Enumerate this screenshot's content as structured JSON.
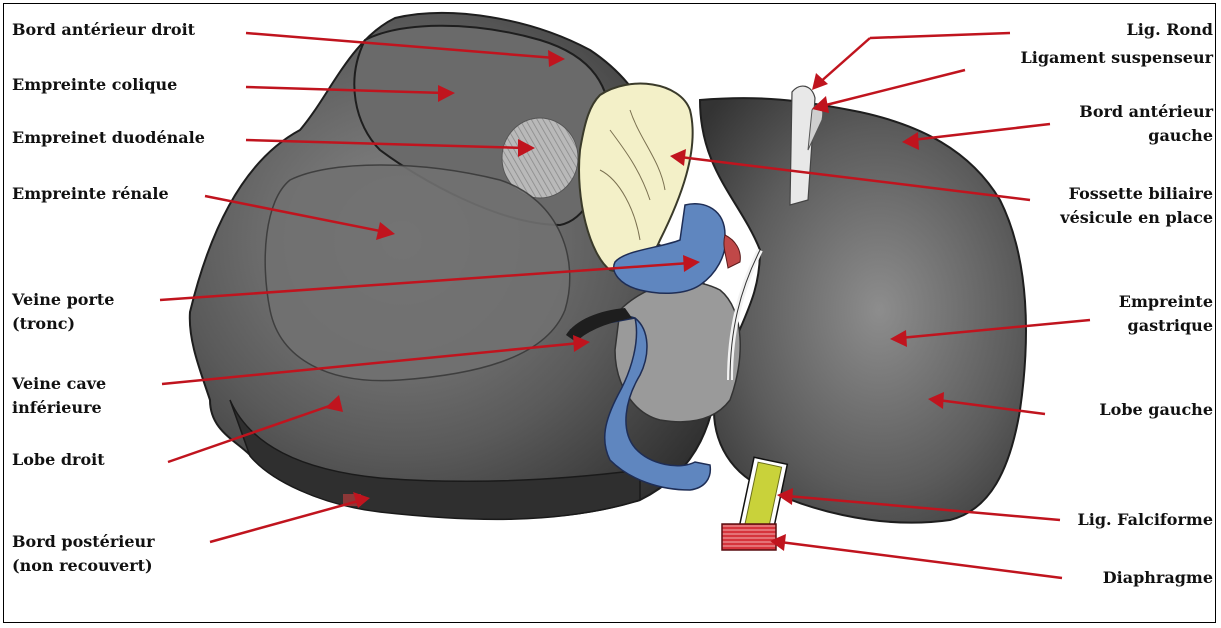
{
  "colors": {
    "arrow": "#c0141e",
    "liver_dark": "#3d3d3d",
    "liver_mid": "#6e6e6e",
    "liver_light": "#9a9a9a",
    "vein_blue": "#5f86bf",
    "gallbladder": "#f3f0c8",
    "falciform_swatch": "#c9d23a",
    "diaphragm_swatch": "#d6343c"
  },
  "labels_left": [
    {
      "lines": [
        "Bord antérieur droit"
      ]
    },
    {
      "lines": [
        "Empreinte colique"
      ]
    },
    {
      "lines": [
        "Empreinet duodénale"
      ]
    },
    {
      "lines": [
        "Empreinte rénale"
      ]
    },
    {
      "lines": [
        "Veine porte",
        "(tronc)"
      ]
    },
    {
      "lines": [
        "Veine cave",
        "inférieure"
      ]
    },
    {
      "lines": [
        "Lobe droit"
      ]
    },
    {
      "lines": [
        "Bord postérieur",
        "(non recouvert)"
      ]
    }
  ],
  "labels_right": [
    {
      "lines": [
        "Lig. Rond"
      ]
    },
    {
      "lines": [
        "Ligament suspenseur"
      ]
    },
    {
      "lines": [
        "Bord antérieur",
        "gauche"
      ]
    },
    {
      "lines": [
        "Fossette biliaire",
        "vésicule en place"
      ]
    },
    {
      "lines": [
        "Empreinte",
        "gastrique"
      ]
    },
    {
      "lines": [
        "Lobe gauche"
      ]
    },
    {
      "lines": [
        "Lig. Falciforme"
      ]
    },
    {
      "lines": [
        "Diaphragme"
      ]
    }
  ]
}
